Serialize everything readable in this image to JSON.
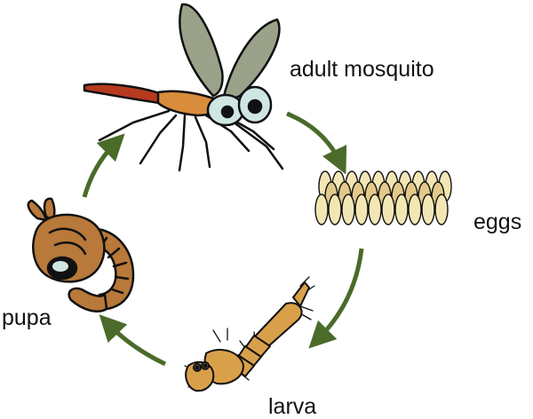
{
  "diagram": {
    "stages": [
      {
        "id": "adult",
        "label": "adult mosquito",
        "icon": "adult-mosquito-illustration"
      },
      {
        "id": "eggs",
        "label": "eggs",
        "icon": "eggs-cluster-illustration"
      },
      {
        "id": "larva",
        "label": "larva",
        "icon": "larva-illustration"
      },
      {
        "id": "pupa",
        "label": "pupa",
        "icon": "pupa-illustration"
      }
    ],
    "cycle_order": [
      "adult",
      "eggs",
      "larva",
      "pupa",
      "adult"
    ],
    "colors": {
      "arrow": "#4a6b2a",
      "wing": "#9aa28a",
      "proboscis": "#b63a1e",
      "body": "#d98c3b",
      "eye": "#cfe6e3",
      "egg": "#f2e7b4",
      "egg_shade": "#e3c98a",
      "larva": "#d9a04a",
      "pupa": "#b8793a",
      "outline": "#111111"
    }
  }
}
